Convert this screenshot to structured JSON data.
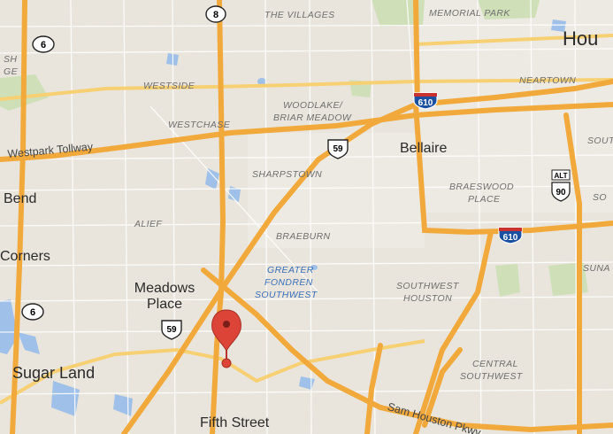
{
  "map": {
    "colors": {
      "land": "#e9e5dc",
      "park": "#cfe0b8",
      "water": "#9fc0e8",
      "freeway": "#f2a93b",
      "highway": "#f7d074",
      "minor_road": "#ffffff",
      "marker": "#db4437",
      "interstate_blue": "#1b4fa0",
      "interstate_red": "#c8312f"
    },
    "cities": {
      "houston_partial": "Hou",
      "bellaire": "Bellaire",
      "meadows_place": "Meadows Place",
      "sugar_land": "Sugar Land",
      "fifth_street": "Fifth Street",
      "bend_partial": "Bend",
      "corners_partial": "Corners"
    },
    "neighborhoods": {
      "the_villages": "THE VILLAGES",
      "memorial_park": "MEMORIAL PARK",
      "westside": "WESTSIDE",
      "neartown": "NEARTOWN",
      "woodlake_line1": "WOODLAKE/",
      "woodlake_line2": "BRIAR MEADOW",
      "westchase": "WESTCHASE",
      "sharpstown": "SHARPSTOWN",
      "braeswood_line1": "BRAESWOOD",
      "braeswood_line2": "PLACE",
      "alief": "ALIEF",
      "braeburn": "BRAEBURN",
      "southwest_houston_line1": "SOUTHWEST",
      "southwest_houston_line2": "HOUSTON",
      "central_southwest_line1": "CENTRAL",
      "central_southwest_line2": "SOUTHWEST",
      "sout_partial": "SOUT",
      "sout_partial2": "SO",
      "suna_partial": "SUNA",
      "sh_partial": "SH",
      "ge_partial": "GE"
    },
    "greater_fondren": [
      "GREATER",
      "FONDREN",
      "SOUTHWEST"
    ],
    "roads": {
      "westpark_tollway": "Westpark Tollway",
      "sam_houston_pkwy": "Sam Houston Pkwy"
    },
    "shields": {
      "sh8": "8",
      "sh6_top": "6",
      "sh6_left": "6",
      "us59_top": "59",
      "us59_bottom": "59",
      "i610_top": "610",
      "i610_right": "610",
      "us90": "90",
      "us90_alt": "ALT"
    },
    "marker_icon": "map-pin-icon"
  }
}
